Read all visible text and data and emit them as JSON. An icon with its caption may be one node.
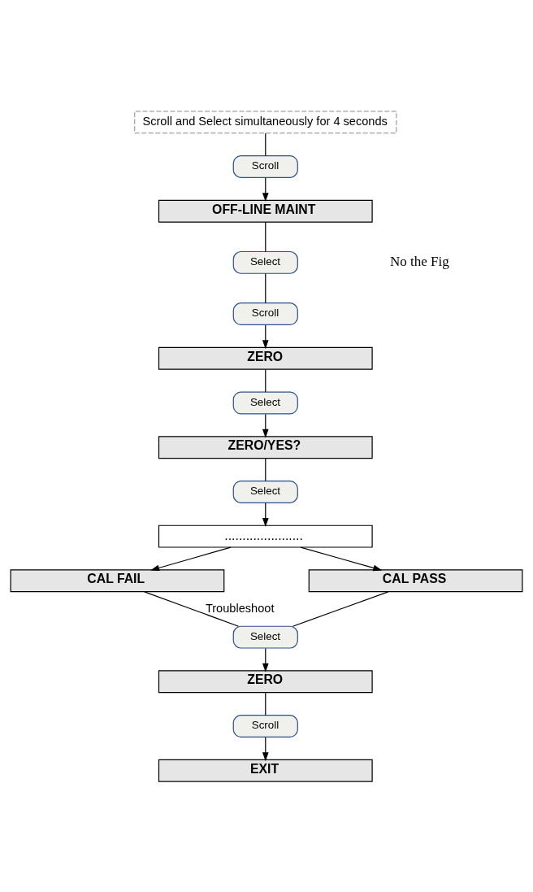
{
  "diagram": {
    "nodes": [
      {
        "text": [
          "Scroll and Select simultaneously for 4 seconds"
        ]
      },
      {
        "text": [
          "Scroll"
        ]
      },
      {
        "text": [
          "OFF-LINE MAINT"
        ]
      },
      {
        "text": [
          "Select"
        ]
      },
      {
        "text": [
          "Scroll"
        ]
      },
      {
        "text": [
          "ZERO"
        ]
      },
      {
        "text": [
          "Select"
        ]
      },
      {
        "text": [
          "ZERO/YES?"
        ]
      },
      {
        "text": [
          "Select"
        ]
      },
      {
        "text": [
          "......................"
        ]
      },
      {
        "text": [
          "CAL FAIL"
        ]
      },
      {
        "text": [
          "CAL PASS"
        ]
      },
      {
        "text": [
          "Select"
        ]
      },
      {
        "text": [
          "ZERO"
        ]
      },
      {
        "text": [
          "Scroll"
        ]
      },
      {
        "text": [
          "EXIT"
        ]
      }
    ],
    "edges": [
      {
        "from": 0,
        "to": 1,
        "arrow": "none"
      },
      {
        "from": 1,
        "to": 2,
        "arrow": "to"
      },
      {
        "from": 2,
        "to": 3,
        "arrow": "none"
      },
      {
        "from": 3,
        "to": 4,
        "arrow": "none"
      },
      {
        "from": 4,
        "to": 5,
        "arrow": "to"
      },
      {
        "from": 5,
        "to": 6,
        "arrow": "none"
      },
      {
        "from": 6,
        "to": 7,
        "arrow": "to"
      },
      {
        "from": 7,
        "to": 8,
        "arrow": "none"
      },
      {
        "from": 8,
        "to": 9,
        "arrow": "to"
      },
      {
        "from": 9,
        "to": 10,
        "arrow": "to"
      },
      {
        "from": 9,
        "to": 11,
        "arrow": "to"
      },
      {
        "from": 10,
        "to": 12,
        "arrow": "none",
        "label": "Troubleshoot"
      },
      {
        "from": 11,
        "to": 12,
        "arrow": "none"
      },
      {
        "from": 12,
        "to": 13,
        "arrow": "to"
      },
      {
        "from": 13,
        "to": 14,
        "arrow": "none"
      },
      {
        "from": 14,
        "to": 15,
        "arrow": "to"
      }
    ],
    "labels": [
      "No the Fig"
    ]
  }
}
